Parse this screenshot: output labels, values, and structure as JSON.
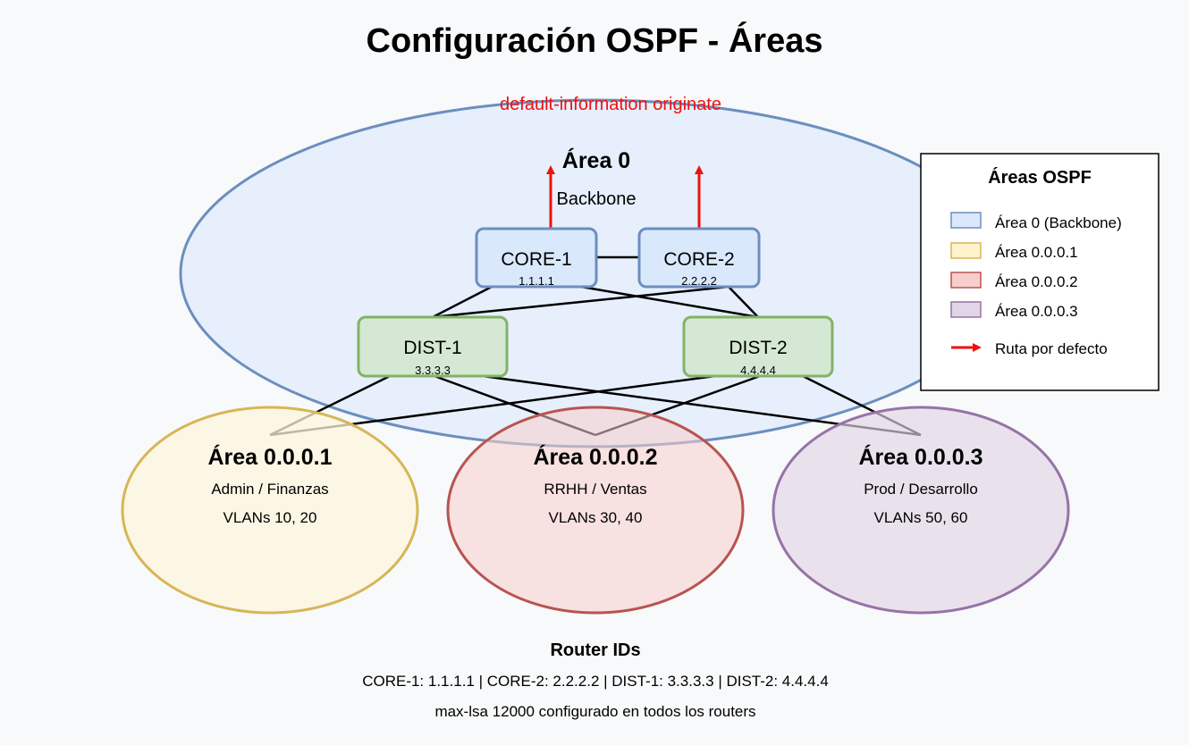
{
  "title": "Configuración OSPF - Áreas",
  "note": "default-information originate",
  "backbone": {
    "name": "Área 0",
    "subtitle": "Backbone",
    "color": "#dae8fc",
    "stroke": "#6c8ebf"
  },
  "nodes": {
    "core1": {
      "label": "CORE-1",
      "id": "1.1.1.1",
      "fill": "#dae8fc",
      "stroke": "#6c8ebf"
    },
    "core2": {
      "label": "CORE-2",
      "id": "2.2.2.2",
      "fill": "#dae8fc",
      "stroke": "#6c8ebf"
    },
    "dist1": {
      "label": "DIST-1",
      "id": "3.3.3.3",
      "fill": "#d5e8d4",
      "stroke": "#82b366"
    },
    "dist2": {
      "label": "DIST-2",
      "id": "4.4.4.4",
      "fill": "#d5e8d4",
      "stroke": "#82b366"
    }
  },
  "areas": [
    {
      "name": "Área 0.0.0.1",
      "desc": "Admin / Finanzas",
      "vlans": "VLANs 10, 20",
      "fill": "#fdf4dc",
      "stroke": "#d6b656"
    },
    {
      "name": "Área 0.0.0.2",
      "desc": "RRHH / Ventas",
      "vlans": "VLANs 30, 40",
      "fill": "#f8cecc",
      "stroke": "#b85450"
    },
    {
      "name": "Área 0.0.0.3",
      "desc": "Prod / Desarrollo",
      "vlans": "VLANs 50, 60",
      "fill": "#e1d5e7",
      "stroke": "#9673a6"
    }
  ],
  "legend": {
    "title": "Áreas OSPF",
    "items": [
      {
        "label": "Área 0 (Backbone)",
        "fill": "#dae8fc",
        "stroke": "#6c8ebf"
      },
      {
        "label": "Área 0.0.0.1",
        "fill": "#fff2cc",
        "stroke": "#d6b656"
      },
      {
        "label": "Área 0.0.0.2",
        "fill": "#f8cecc",
        "stroke": "#b85450"
      },
      {
        "label": "Área 0.0.0.3",
        "fill": "#e1d5e7",
        "stroke": "#9673a6"
      }
    ],
    "arrow_label": "Ruta por defecto",
    "arrow_color": "#ee1111"
  },
  "footer": {
    "title": "Router IDs",
    "ids": "CORE-1: 1.1.1.1 | CORE-2: 2.2.2.2 | DIST-1: 3.3.3.3 | DIST-2: 4.4.4.4",
    "note": "max-lsa 12000 configurado en todos los routers"
  }
}
